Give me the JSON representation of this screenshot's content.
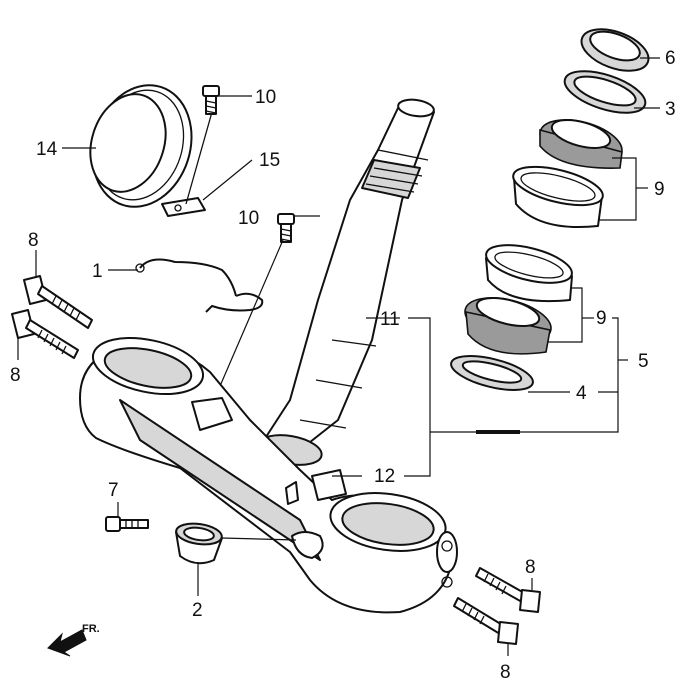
{
  "diagram": {
    "callouts": [
      {
        "id": "c1",
        "label": "1"
      },
      {
        "id": "c2",
        "label": "2"
      },
      {
        "id": "c3",
        "label": "3"
      },
      {
        "id": "c4",
        "label": "4"
      },
      {
        "id": "c5",
        "label": "5"
      },
      {
        "id": "c6",
        "label": "6"
      },
      {
        "id": "c7",
        "label": "7"
      },
      {
        "id": "c8a",
        "label": "8"
      },
      {
        "id": "c8b",
        "label": "8"
      },
      {
        "id": "c8c",
        "label": "8"
      },
      {
        "id": "c8d",
        "label": "8"
      },
      {
        "id": "c9a",
        "label": "9"
      },
      {
        "id": "c9b",
        "label": "9"
      },
      {
        "id": "c10a",
        "label": "10"
      },
      {
        "id": "c10b",
        "label": "10"
      },
      {
        "id": "c11",
        "label": "11"
      },
      {
        "id": "c12",
        "label": "12"
      },
      {
        "id": "c14",
        "label": "14"
      },
      {
        "id": "c15",
        "label": "15"
      }
    ],
    "direction_label": "FR."
  }
}
